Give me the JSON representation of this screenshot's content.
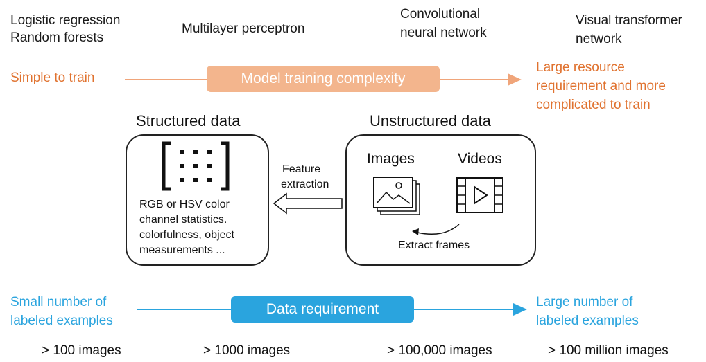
{
  "models": {
    "col1_line1": "Logistic regression",
    "col1_line2": "Random forests",
    "col2": "Multilayer perceptron",
    "col3_line1": "Convolutional",
    "col3_line2": "neural network",
    "col4_line1": "Visual transformer",
    "col4_line2": "network"
  },
  "complexity": {
    "left": "Simple to train",
    "label": "Model training complexity",
    "right_line1": "Large resource",
    "right_line2": "requirement and more",
    "right_line3": "complicated to train",
    "color": "#e0722f",
    "pill_color": "#f3b58d"
  },
  "structured": {
    "title": "Structured data",
    "line1": "RGB or HSV color",
    "line2": "channel statistics.",
    "line3": "colorfulness, object",
    "line4": "measurements ..."
  },
  "feature": {
    "line1": "Feature",
    "line2": "extraction"
  },
  "unstructured": {
    "title": "Unstructured data",
    "images": "Images",
    "videos": "Videos",
    "extract": "Extract frames"
  },
  "data_req": {
    "left_line1": "Small number of",
    "left_line2": "labeled examples",
    "label": "Data requirement",
    "right_line1": "Large number of",
    "right_line2": "labeled examples",
    "color": "#2aa4de"
  },
  "counts": [
    "> 100 images",
    "> 1000 images",
    "> 100,000 images",
    "> 100 million images"
  ]
}
